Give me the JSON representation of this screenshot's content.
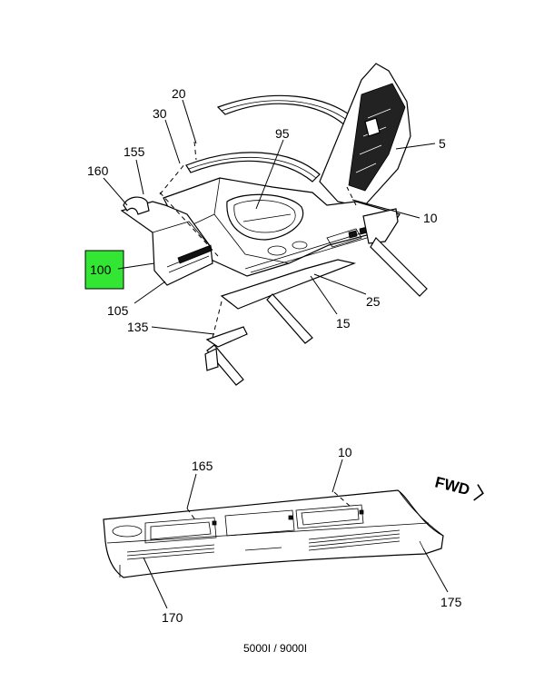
{
  "callouts": {
    "c20": "20",
    "c30": "30",
    "c95": "95",
    "c5": "5",
    "c155": "155",
    "c160": "160",
    "c10_top": "10",
    "c100": "100",
    "c105": "105",
    "c25": "25",
    "c135": "135",
    "c15": "15",
    "c165": "165",
    "c10_bottom": "10",
    "c170": "170",
    "c175": "175"
  },
  "highlight_color": "#33e633",
  "fwd_label": "FWD",
  "caption": "5000I / 9000I"
}
